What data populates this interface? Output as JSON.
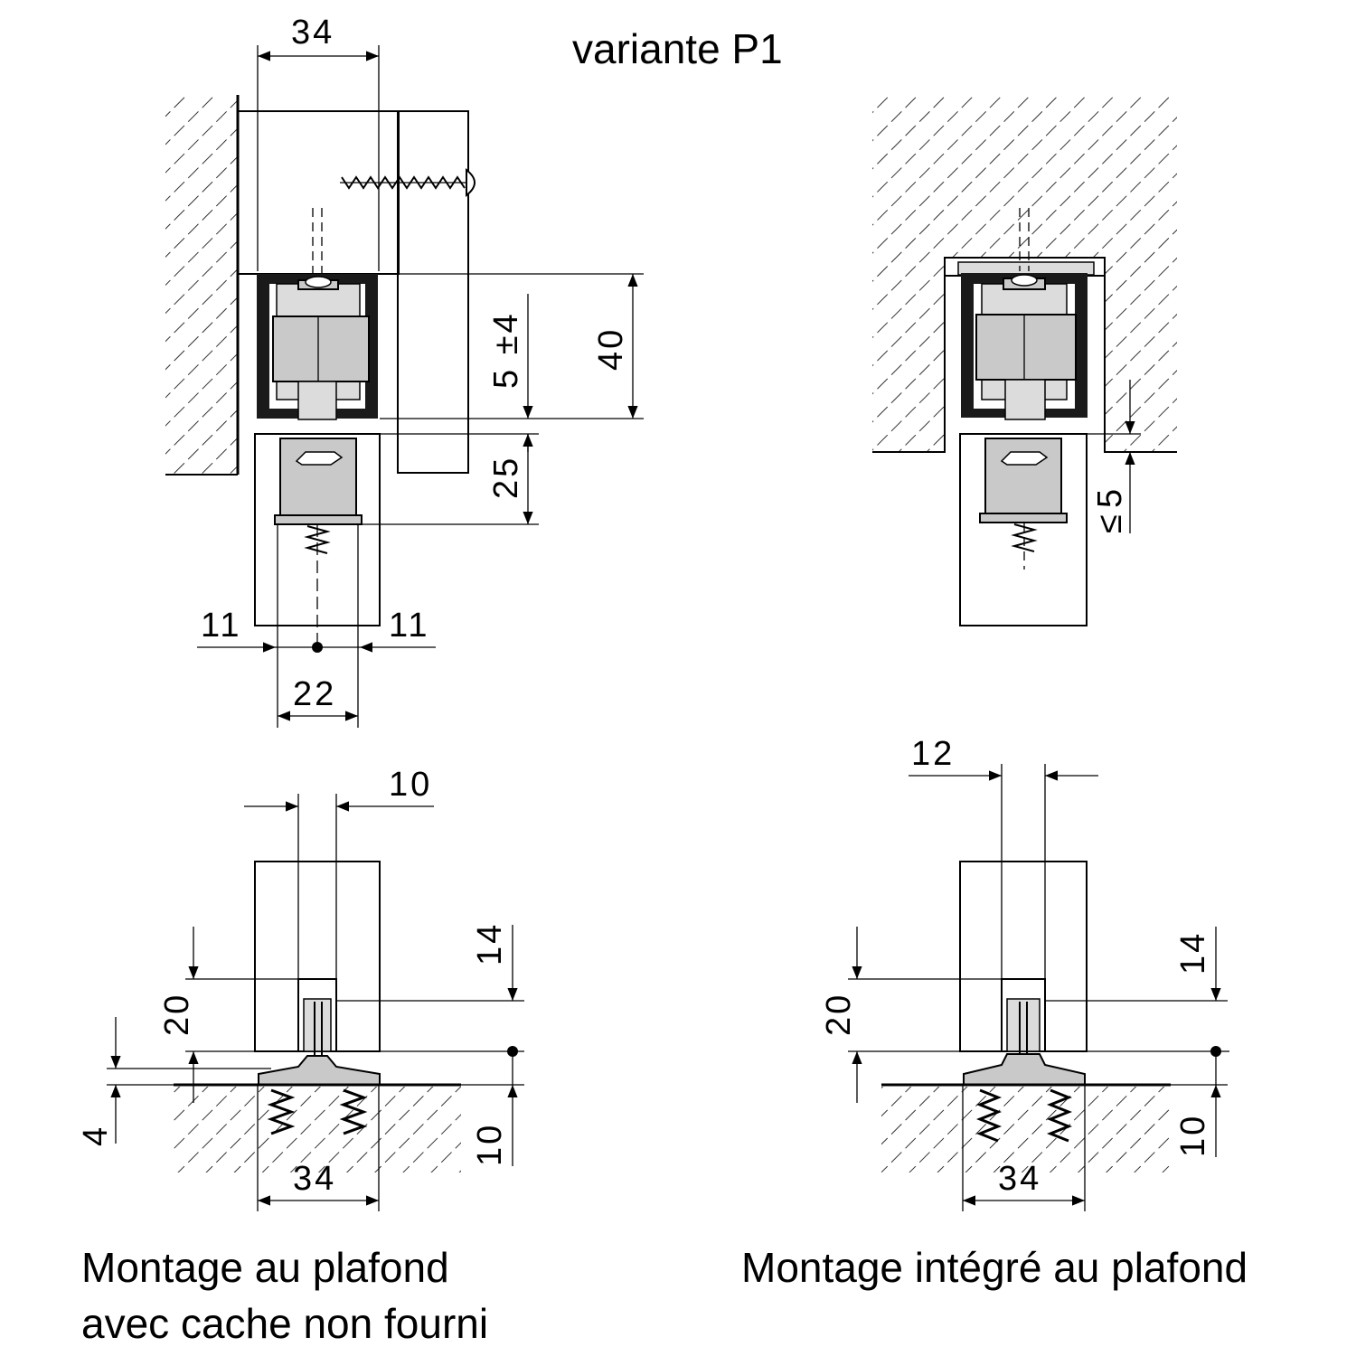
{
  "title": "variante P1",
  "captions": {
    "left_line1": "Montage au plafond",
    "left_line2": "avec cache non fourni",
    "right_line1": "Montage intégré au plafond"
  },
  "dimensions": {
    "top_width": "34",
    "adjust": "5 ±4",
    "height": "40",
    "depth": "25",
    "left_offset": "11",
    "right_offset": "11",
    "guide_width": "22",
    "recess_max": "5",
    "recess_symbol": "≤",
    "bl_slot": "10",
    "bl_height": "20",
    "bl_14": "14",
    "bl_4": "4",
    "bl_10": "10",
    "bl_34": "34",
    "br_slot": "12",
    "br_height": "20",
    "br_14": "14",
    "br_10": "10",
    "br_34": "34"
  }
}
